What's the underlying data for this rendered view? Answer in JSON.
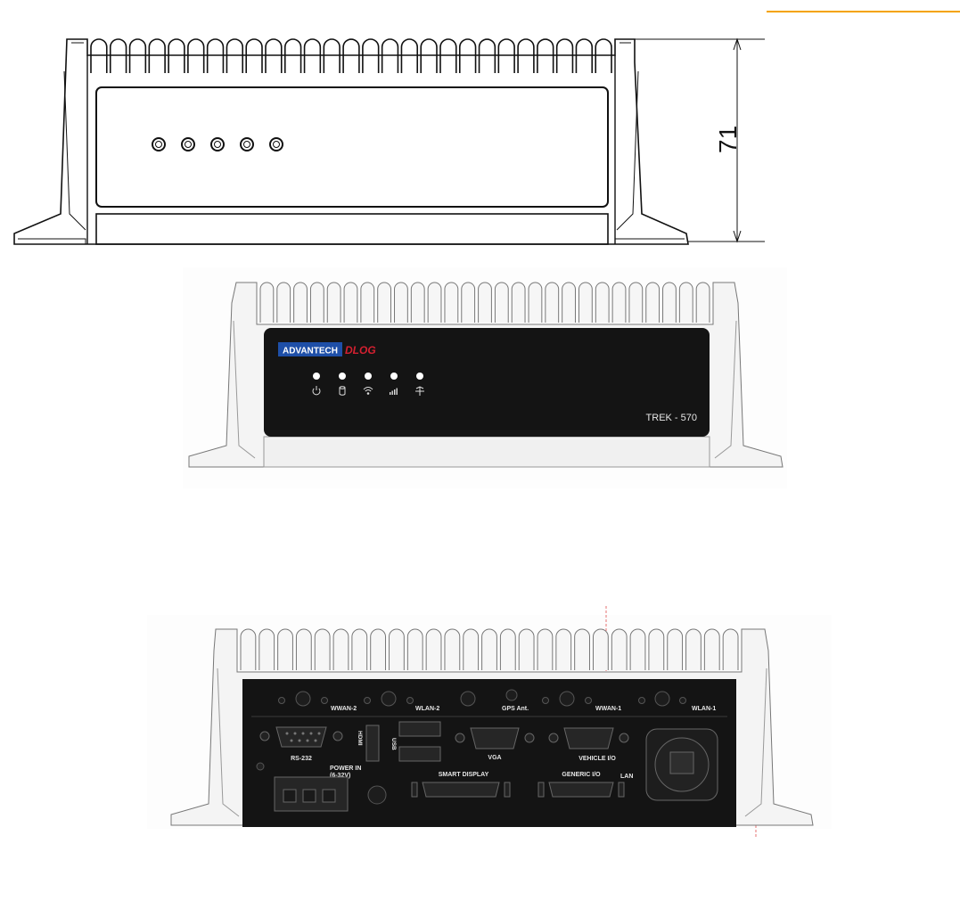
{
  "drawing1": {
    "dimension_value": "71"
  },
  "drawing2": {
    "brand_primary": "ADVANTECH",
    "brand_secondary": "DLOG",
    "model": "TREK - 570",
    "led_icons": [
      "power-icon",
      "storage-icon",
      "wifi-icon",
      "signal-icon",
      "gps-icon"
    ],
    "colors": {
      "panel": "#141414",
      "brand_blue": "#1e4fa8",
      "brand_red": "#d42030"
    }
  },
  "drawing3": {
    "labels": {
      "wwan2": "WWAN-2",
      "wlan2": "WLAN-2",
      "gps": "GPS Ant.",
      "wwan1": "WWAN-1",
      "wlan1": "WLAN-1",
      "rs232": "RS-232",
      "hdmi": "HDMI",
      "usb": "USB",
      "vga": "VGA",
      "vehicle_io": "VEHICLE I/O",
      "power_in": "POWER IN",
      "power_range": "(6-32V)",
      "smart_display": "SMART DISPLAY",
      "generic_io": "GENERIC I/O",
      "lan": "LAN"
    }
  },
  "accent_color": "#f4a300"
}
